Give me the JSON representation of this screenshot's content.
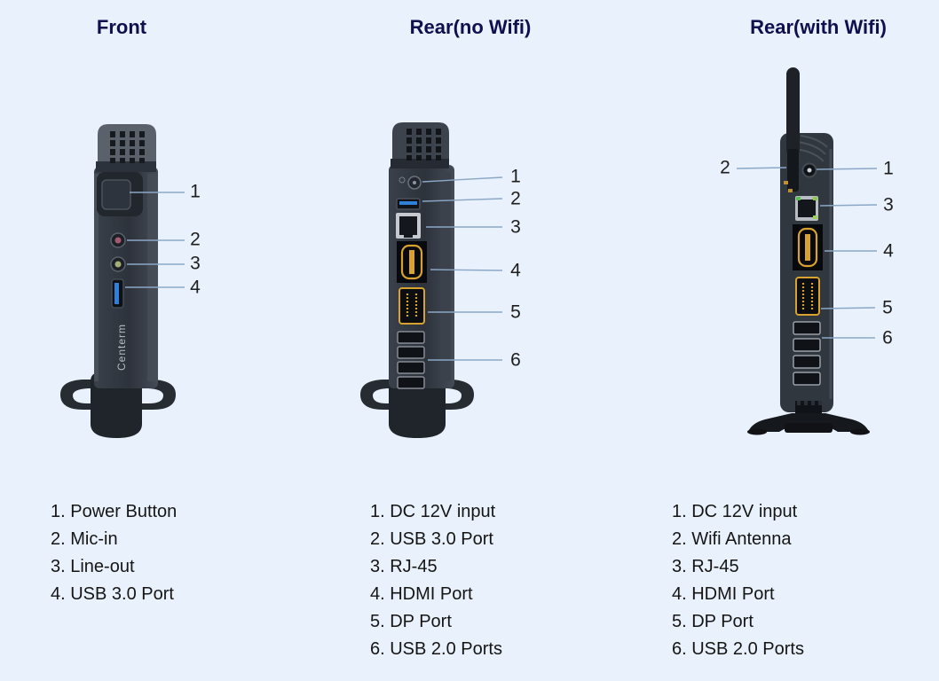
{
  "colors": {
    "background": "#e9f1fc",
    "heading_text": "#10104f",
    "body_text": "#151515",
    "callout_line": "#8ba7c7",
    "device_body": "#31373f",
    "usb3_blue": "#2f80d8",
    "hdmi_dp_gold": "#d7a22f",
    "rj45_silver": "#bfc4ca",
    "mic_pink": "#a45a6e",
    "lineout_green": "#a3ad76"
  },
  "panels": [
    {
      "title": "Front",
      "brand_label": "Centerm",
      "callouts": [
        "1",
        "2",
        "3",
        "4"
      ],
      "list_items": [
        "1. Power Button",
        "2. Mic-in",
        "3. Line-out",
        "4. USB 3.0 Port"
      ]
    },
    {
      "title": "Rear(no Wifi)",
      "callouts": [
        "1",
        "2",
        "3",
        "4",
        "5",
        "6"
      ],
      "list_items": [
        "1. DC 12V input",
        "2. USB 3.0 Port",
        "3. RJ-45",
        "4. HDMI Port",
        "5. DP Port",
        "6. USB 2.0 Ports"
      ]
    },
    {
      "title": "Rear(with Wifi)",
      "callouts": [
        "1",
        "2",
        "3",
        "4",
        "5",
        "6"
      ],
      "list_items": [
        "1. DC 12V input",
        "2. Wifi Antenna",
        "3. RJ-45",
        "4. HDMI Port",
        "5. DP Port",
        "6. USB 2.0 Ports"
      ]
    }
  ]
}
